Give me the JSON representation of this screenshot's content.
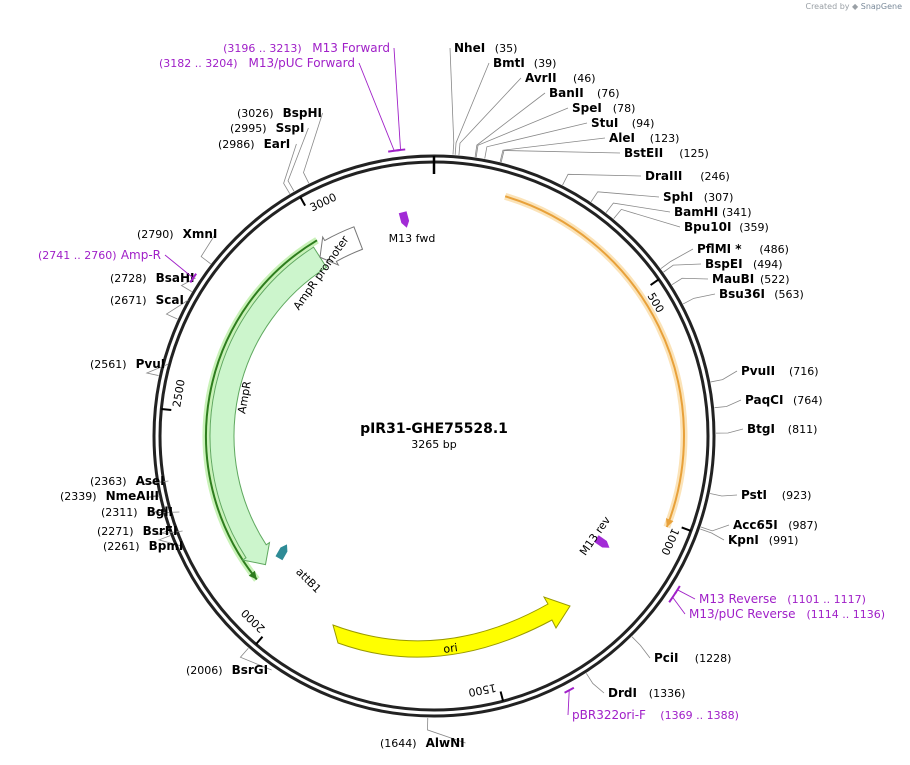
{
  "credit": {
    "prefix": "Created by",
    "brand": "SnapGene"
  },
  "plasmid": {
    "name": "pIR31-GHE75528.1",
    "length_label": "3265 bp",
    "length": 3265
  },
  "scale_ticks": [
    {
      "pos": 500,
      "label": "500"
    },
    {
      "pos": 1000,
      "label": "1000"
    },
    {
      "pos": 1500,
      "label": "1500"
    },
    {
      "pos": 2000,
      "label": "2000"
    },
    {
      "pos": 2500,
      "label": "2500"
    },
    {
      "pos": 3000,
      "label": "3000"
    }
  ],
  "enzymes": [
    {
      "name": "NheI",
      "pos_label": "(35)",
      "pos": 35
    },
    {
      "name": "BmtI",
      "pos_label": "(39)",
      "pos": 39
    },
    {
      "name": "AvrII",
      "pos_label": "(46)",
      "pos": 46
    },
    {
      "name": "BanII",
      "pos_label": "(76)",
      "pos": 76
    },
    {
      "name": "SpeI",
      "pos_label": "(78)",
      "pos": 78
    },
    {
      "name": "StuI",
      "pos_label": "(94)",
      "pos": 94
    },
    {
      "name": "AleI",
      "pos_label": "(123)",
      "pos": 123
    },
    {
      "name": "BstEII",
      "pos_label": "(125)",
      "pos": 125
    },
    {
      "name": "DraIII",
      "pos_label": "(246)",
      "pos": 246
    },
    {
      "name": "SphI",
      "pos_label": "(307)",
      "pos": 307
    },
    {
      "name": "BamHI",
      "pos_label": "(341)",
      "pos": 341
    },
    {
      "name": "Bpu10I",
      "pos_label": "(359)",
      "pos": 359
    },
    {
      "name": "PflMI *",
      "pos_label": "(486)",
      "pos": 486
    },
    {
      "name": "BspEI",
      "pos_label": "(494)",
      "pos": 494
    },
    {
      "name": "MauBI",
      "pos_label": "(522)",
      "pos": 522
    },
    {
      "name": "Bsu36I",
      "pos_label": "(563)",
      "pos": 563
    },
    {
      "name": "PvuII",
      "pos_label": "(716)",
      "pos": 716
    },
    {
      "name": "PaqCI",
      "pos_label": "(764)",
      "pos": 764
    },
    {
      "name": "BtgI",
      "pos_label": "(811)",
      "pos": 811
    },
    {
      "name": "PstI",
      "pos_label": "(923)",
      "pos": 923
    },
    {
      "name": "Acc65I",
      "pos_label": "(987)",
      "pos": 987
    },
    {
      "name": "KpnI",
      "pos_label": "(991)",
      "pos": 991
    },
    {
      "name": "PciI",
      "pos_label": "(1228)",
      "pos": 1228
    },
    {
      "name": "DrdI",
      "pos_label": "(1336)",
      "pos": 1336
    },
    {
      "name": "AlwNI",
      "pos_label": "(1644)",
      "pos": 1644
    },
    {
      "name": "BsrGI",
      "pos_label": "(2006)",
      "pos": 2006
    },
    {
      "name": "BpmI",
      "pos_label": "(2261)",
      "pos": 2261
    },
    {
      "name": "BsrFI",
      "pos_label": "(2271)",
      "pos": 2271
    },
    {
      "name": "BglI",
      "pos_label": "(2311)",
      "pos": 2311
    },
    {
      "name": "NmeAIII",
      "pos_label": "(2339)",
      "pos": 2339
    },
    {
      "name": "AseI",
      "pos_label": "(2363)",
      "pos": 2363
    },
    {
      "name": "PvuI",
      "pos_label": "(2561)",
      "pos": 2561
    },
    {
      "name": "ScaI",
      "pos_label": "(2671)",
      "pos": 2671
    },
    {
      "name": "BsaHI",
      "pos_label": "(2728)",
      "pos": 2728
    },
    {
      "name": "XmnI",
      "pos_label": "(2790)",
      "pos": 2790
    },
    {
      "name": "EarI",
      "pos_label": "(2986)",
      "pos": 2986
    },
    {
      "name": "SspI",
      "pos_label": "(2995)",
      "pos": 2995
    },
    {
      "name": "BspHI",
      "pos_label": "(3026)",
      "pos": 3026
    }
  ],
  "primers": [
    {
      "name": "M13 Forward",
      "range_label": "(3196 .. 3213)",
      "start": 3196,
      "end": 3213
    },
    {
      "name": "M13/pUC Forward",
      "range_label": "(3182 .. 3204)",
      "start": 3182,
      "end": 3204
    },
    {
      "name": "M13 Reverse",
      "range_label": "(1101 .. 1117)",
      "start": 1101,
      "end": 1117
    },
    {
      "name": "M13/pUC Reverse",
      "range_label": "(1114 .. 1136)",
      "start": 1114,
      "end": 1136
    },
    {
      "name": "pBR322ori-F",
      "range_label": "(1369 .. 1388)",
      "start": 1369,
      "end": 1388
    },
    {
      "name": "Amp-R",
      "range_label": "(2741 .. 2760)",
      "start": 2741,
      "end": 2760
    }
  ],
  "features": [
    {
      "name": "AmpR",
      "color": "#ccf5cc",
      "stroke": "#5fa85f",
      "start": 2110,
      "end": 2970,
      "direction": "reverse"
    },
    {
      "name": "AmpR promoter",
      "color": "#ffffff",
      "stroke": "#777777",
      "start": 2970,
      "end": 3075,
      "direction": "reverse"
    },
    {
      "name": "ori",
      "color": "#ffff00",
      "stroke": "#999900",
      "start": 1840,
      "end": 1450,
      "direction": "reverse"
    },
    {
      "name": "M13 fwd",
      "color": "#a22bd6",
      "pos": 3195
    },
    {
      "name": "M13 rev",
      "color": "#a22bd6",
      "pos": 1110
    },
    {
      "name": "attB1",
      "color": "#2e8b96",
      "pos": 2110
    }
  ],
  "highlight_arcs": [
    {
      "name": "orange-region",
      "color": "#e8a13a",
      "glow": "#fbe3b8",
      "start": 150,
      "end": 1010
    },
    {
      "name": "green-region",
      "color": "#2e7d1e",
      "glow": "#c9f2b8",
      "start": 2095,
      "end": 2985
    }
  ]
}
